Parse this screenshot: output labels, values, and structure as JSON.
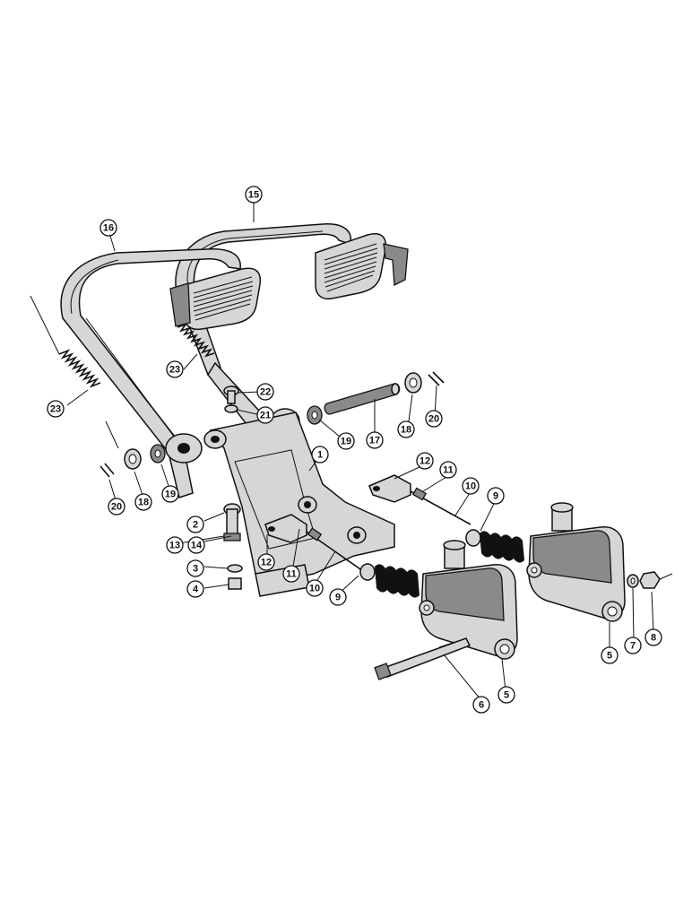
{
  "diagram": {
    "callouts": [
      {
        "id": "c1",
        "label": "1"
      },
      {
        "id": "c2",
        "label": "2"
      },
      {
        "id": "c3",
        "label": "3"
      },
      {
        "id": "c4",
        "label": "4"
      },
      {
        "id": "c5a",
        "label": "5"
      },
      {
        "id": "c5b",
        "label": "5"
      },
      {
        "id": "c6",
        "label": "6"
      },
      {
        "id": "c7",
        "label": "7"
      },
      {
        "id": "c8",
        "label": "8"
      },
      {
        "id": "c9a",
        "label": "9"
      },
      {
        "id": "c9b",
        "label": "9"
      },
      {
        "id": "c10a",
        "label": "10"
      },
      {
        "id": "c10b",
        "label": "10"
      },
      {
        "id": "c11a",
        "label": "11"
      },
      {
        "id": "c11b",
        "label": "11"
      },
      {
        "id": "c12a",
        "label": "12"
      },
      {
        "id": "c12b",
        "label": "12"
      },
      {
        "id": "c13",
        "label": "13"
      },
      {
        "id": "c14",
        "label": "14"
      },
      {
        "id": "c15",
        "label": "15"
      },
      {
        "id": "c16",
        "label": "16"
      },
      {
        "id": "c17",
        "label": "17"
      },
      {
        "id": "c18a",
        "label": "18"
      },
      {
        "id": "c18b",
        "label": "18"
      },
      {
        "id": "c19a",
        "label": "19"
      },
      {
        "id": "c19b",
        "label": "19"
      },
      {
        "id": "c20a",
        "label": "20"
      },
      {
        "id": "c20b",
        "label": "20"
      },
      {
        "id": "c21",
        "label": "21"
      },
      {
        "id": "c22",
        "label": "22"
      },
      {
        "id": "c23a",
        "label": "23"
      },
      {
        "id": "c23b",
        "label": "23"
      }
    ]
  }
}
